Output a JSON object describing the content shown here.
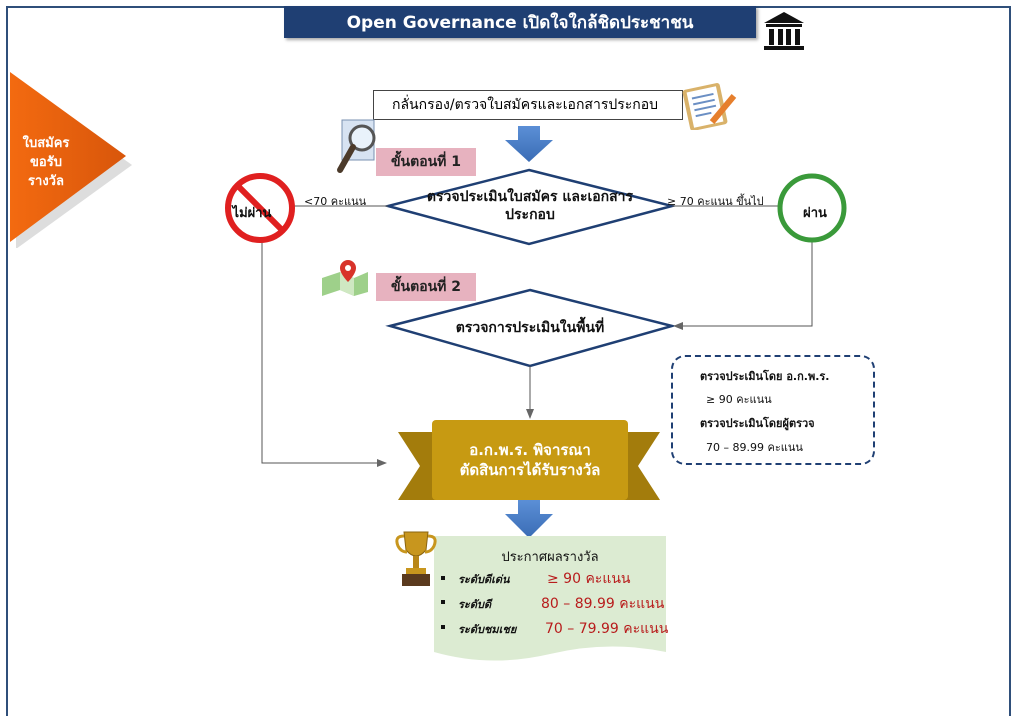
{
  "header": {
    "title": "Open Governance เปิดใจใกล้ชิดประชาชน"
  },
  "side": {
    "label": "ใบสมัคร ขอรับ รางวัล"
  },
  "flow": {
    "screen_label": "กลั่นกรอง/ตรวจใบสมัครและเอกสารประกอบ",
    "stage1_label": "ขั้นตอนที่ 1",
    "decision1": "ตรวจประเมินใบสมัคร และเอกสารประกอบ",
    "fail_condition": "<70 คะแนน",
    "pass_condition": "≥ 70 คะแนน ขึ้นไป",
    "fail_label": "ไม่ผ่าน",
    "pass_label": "ผ่าน",
    "stage2_label": "ขั้นตอนที่ 2",
    "decision2": "ตรวจการประเมินในพื้นที่",
    "committee_line1": "อ.ก.พ.ร. พิจารณา",
    "committee_line2": "ตัดสินการได้รับรางวัล"
  },
  "note": {
    "item1_title": "ตรวจประเมินโดย อ.ก.พ.ร.",
    "item1_value": "≥ 90 คะแนน",
    "item2_title": "ตรวจประเมินโดยผู้ตรวจ",
    "item2_value": "70 – 89.99 คะแนน"
  },
  "result": {
    "title": "ประกาศผลรางวัล",
    "levels": [
      {
        "name": "ระดับดีเด่น",
        "value": "≥ 90 คะแนน"
      },
      {
        "name": "ระดับดี",
        "value": "80 – 89.99 คะแนน"
      },
      {
        "name": "ระดับชมเชย",
        "value": "70 – 79.99 คะแนน"
      }
    ]
  },
  "colors": {
    "header_bg": "#1f3f73",
    "arrow_blue": "#4a7ec4",
    "fail_red": "#e02020",
    "pass_green": "#3a9a3a",
    "banner_gold": "#c79a12",
    "stage_pink": "#e7b2bf",
    "side_orange": "#ef6b1a",
    "result_green": "#dcebd2",
    "value_red": "#b81c1c"
  },
  "icons": [
    "bank-icon",
    "clipboard-icon",
    "magnifier-icon",
    "map-pin-icon",
    "no-entry-icon",
    "trophy-icon"
  ]
}
